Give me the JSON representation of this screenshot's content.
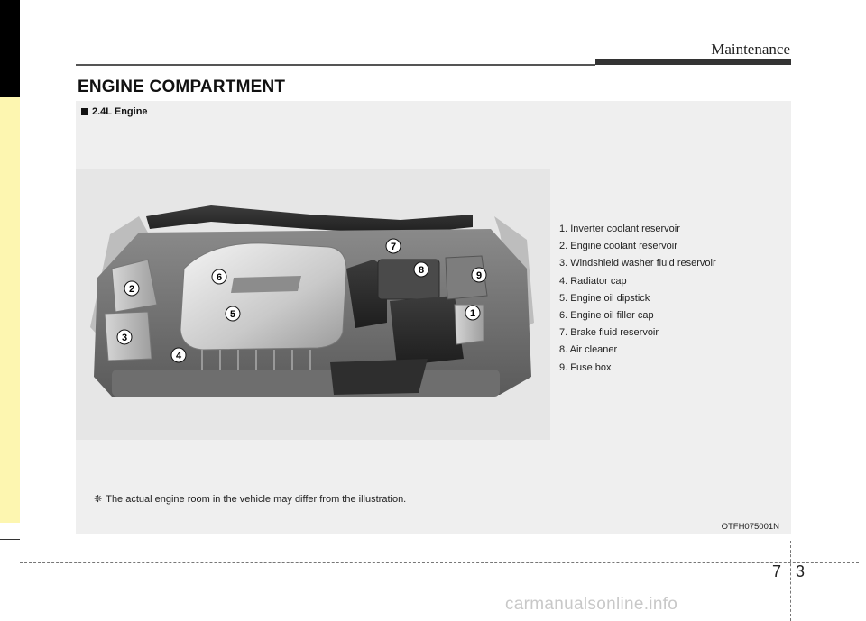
{
  "header": {
    "title": "Maintenance"
  },
  "section": {
    "title": "ENGINE COMPARTMENT"
  },
  "figure": {
    "subheading": "2.4L Engine",
    "callouts": [
      "1",
      "2",
      "3",
      "4",
      "5",
      "6",
      "7",
      "8",
      "9"
    ],
    "legend": [
      "1. Inverter coolant reservoir",
      "2. Engine coolant reservoir",
      "3. Windshield washer fluid reservoir",
      "4. Radiator cap",
      "5. Engine oil dipstick",
      "6. Engine oil filler cap",
      "7. Brake fluid reservoir",
      "8. Air cleaner",
      "9. Fuse box"
    ],
    "note_symbol": "❈",
    "note": "The actual engine room in the vehicle may differ from the illustration.",
    "code": "OTFH075001N"
  },
  "footer": {
    "chapter": "7",
    "page": "3",
    "watermark": "carmanualsonline.info"
  }
}
